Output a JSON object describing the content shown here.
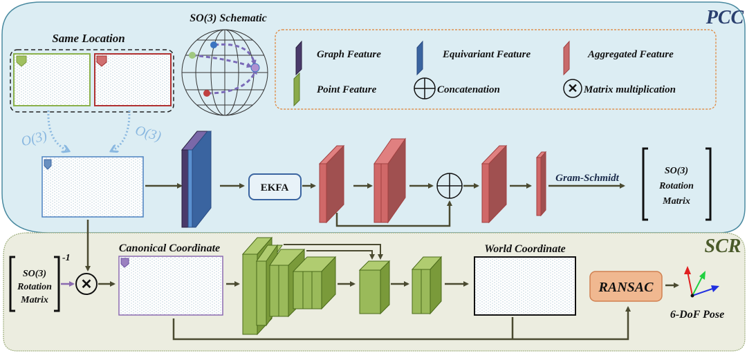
{
  "panels": {
    "pcc": {
      "label": "PCC",
      "bg": "#dcedf3",
      "border": "#4a8aa0",
      "label_color": "#2a3f6e"
    },
    "scr": {
      "label": "SCR",
      "bg": "#ecede0",
      "border": "#8aa060",
      "label_color": "#4a5a2a"
    }
  },
  "titles": {
    "same_location": "Same Location",
    "so3_schematic": "SO(3) Schematic",
    "canonical_coordinate": "Canonical Coordinate",
    "world_coordinate": "World Coordinate",
    "pose": "6-DoF Pose"
  },
  "legend": {
    "items": [
      {
        "label": "Graph Feature",
        "icon": "graph-feature-block",
        "color": "#4a3a6a"
      },
      {
        "label": "Equivariant Feature",
        "icon": "equivariant-feature-block",
        "color": "#3a64a0"
      },
      {
        "label": "Aggregated Feature",
        "icon": "aggregated-feature-block",
        "color": "#c85a5a"
      },
      {
        "label": "Point Feature",
        "icon": "point-feature-block",
        "color": "#8aaa4a"
      },
      {
        "label": "Concatenation",
        "icon": "oplus-icon"
      },
      {
        "label": "Matrix multiplication",
        "icon": "otimes-icon"
      }
    ]
  },
  "labels": {
    "o3_left": "O(3)",
    "o3_right": "O(3)",
    "ekfa": "EKFA",
    "gram_schmidt": "Gram-Schmidt",
    "ransac": "RANSAC",
    "inverse_exp": "-1"
  },
  "matrix_pcc": [
    "SO(3)",
    "Rotation",
    "Matrix"
  ],
  "matrix_scr": [
    "SO(3)",
    "Rotation",
    "Matrix"
  ],
  "colors": {
    "arrow": "#4a4a30",
    "o3_arrow": "#8ab8e0",
    "red_face": "#a05050",
    "red_front": "#d06868",
    "green_face": "#7a9a3a",
    "green_front": "#9aba5a",
    "green_top": "#b0cc70",
    "ransac_fill": "#f0b890",
    "ransac_border": "#d08050",
    "legend_border": "#e08030"
  }
}
